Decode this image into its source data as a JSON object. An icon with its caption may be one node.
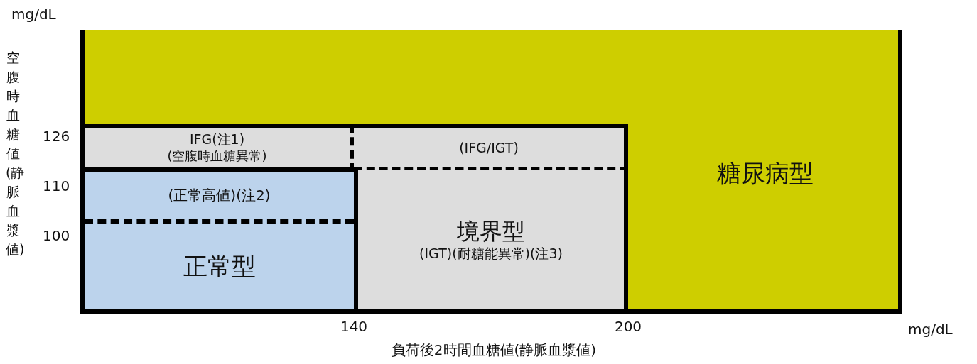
{
  "diagram": {
    "nodes": [
      {
        "text": [
          "糖尿病型"
        ]
      },
      {
        "text": [
          "IFG(注1)",
          "(空腹時血糖異常)"
        ],
        "in": 0
      },
      {
        "text": [
          "(IFG/IGT)"
        ],
        "in": 0
      },
      {
        "text": [
          "(正常高値)(注2)"
        ],
        "in": 0
      },
      {
        "text": [
          "正常型"
        ],
        "in": 0
      },
      {
        "text": [
          "境界型",
          "(IGT)(耐糖能異常)(注3)"
        ],
        "in": 0
      }
    ],
    "edges": [],
    "labels": [
      "mg/dL",
      "空腹時血糖値(静脈血漿値)",
      "126",
      "110",
      "100",
      "140",
      "200",
      "mg/dL",
      "負荷後2時間血糖値(静脈血漿値)"
    ]
  }
}
